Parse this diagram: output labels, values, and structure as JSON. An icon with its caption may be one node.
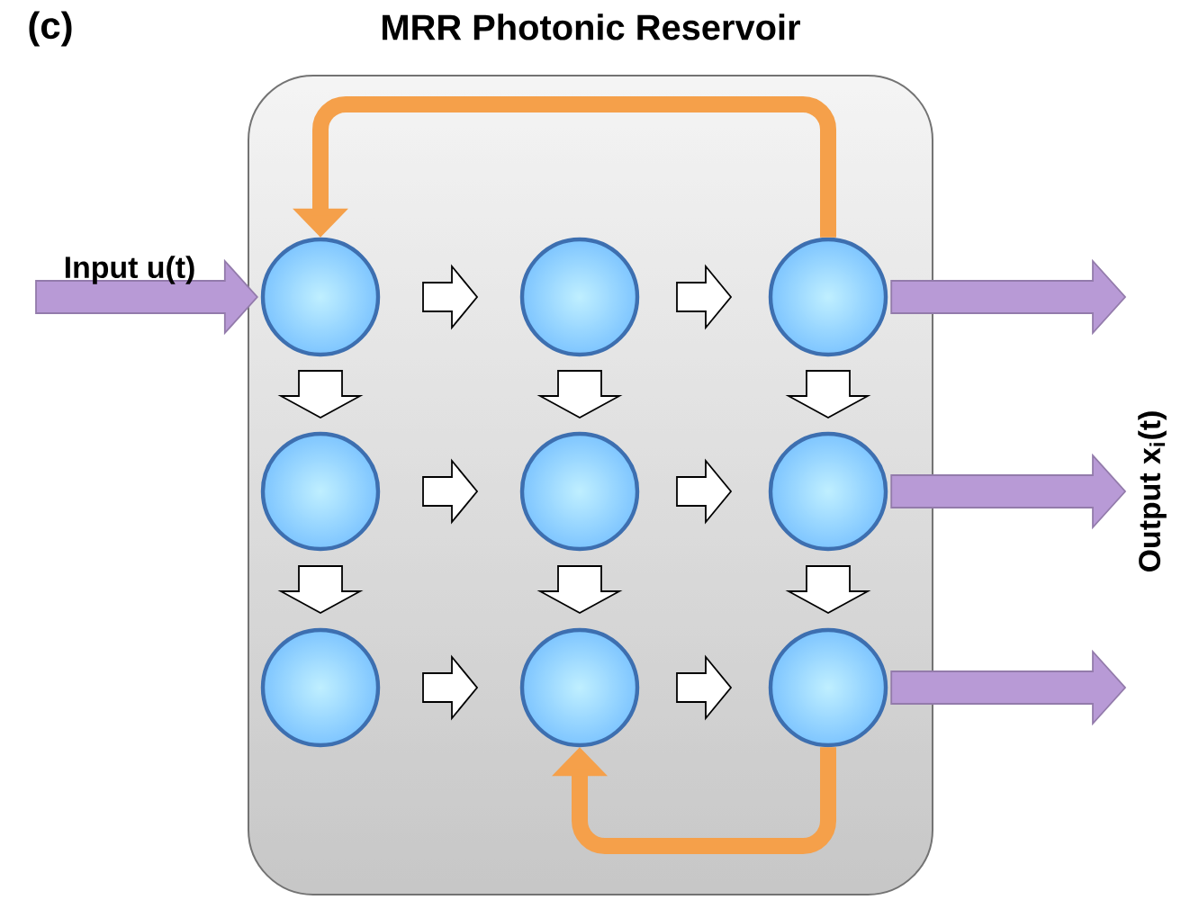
{
  "diagram": {
    "title": "MRR Photonic Reservoir",
    "nodes": [
      {
        "text": [],
        "shape": "box"
      },
      {
        "text": [],
        "shape": "circle",
        "in": 0
      },
      {
        "text": [],
        "shape": "circle",
        "in": 0
      },
      {
        "text": [],
        "shape": "circle",
        "in": 0
      },
      {
        "text": [],
        "shape": "circle",
        "in": 0
      },
      {
        "text": [],
        "shape": "circle",
        "in": 0
      },
      {
        "text": [],
        "shape": "circle",
        "in": 0
      },
      {
        "text": [],
        "shape": "circle",
        "in": 0
      },
      {
        "text": [],
        "shape": "circle",
        "in": 0
      },
      {
        "text": [],
        "shape": "circle",
        "in": 0
      }
    ],
    "edges": [
      {
        "from": 1,
        "to": 2,
        "arrow": "to"
      },
      {
        "from": 2,
        "to": 3,
        "arrow": "to"
      },
      {
        "from": 4,
        "to": 5,
        "arrow": "to"
      },
      {
        "from": 5,
        "to": 6,
        "arrow": "to"
      },
      {
        "from": 7,
        "to": 8,
        "arrow": "to"
      },
      {
        "from": 8,
        "to": 9,
        "arrow": "to"
      },
      {
        "from": 1,
        "to": 4,
        "arrow": "to"
      },
      {
        "from": 2,
        "to": 5,
        "arrow": "to"
      },
      {
        "from": 3,
        "to": 6,
        "arrow": "to"
      },
      {
        "from": 4,
        "to": 7,
        "arrow": "to"
      },
      {
        "from": 5,
        "to": 8,
        "arrow": "to"
      },
      {
        "from": 6,
        "to": 9,
        "arrow": "to"
      },
      {
        "from": 3,
        "to": 1,
        "arrow": "to",
        "color": "#f5a04a"
      },
      {
        "from": 9,
        "to": 8,
        "arrow": "to",
        "color": "#f5a04a"
      },
      {
        "from": null,
        "to": 1,
        "arrow": "to",
        "color": "#b89ad6"
      },
      {
        "from": 3,
        "to": null,
        "arrow": "to",
        "color": "#b89ad6"
      },
      {
        "from": 6,
        "to": null,
        "arrow": "to",
        "color": "#b89ad6"
      },
      {
        "from": 9,
        "to": null,
        "arrow": "to",
        "color": "#b89ad6"
      }
    ],
    "labels": [
      "(c)",
      "Input u(t)",
      "Output x$_{i}$(t)"
    ]
  }
}
